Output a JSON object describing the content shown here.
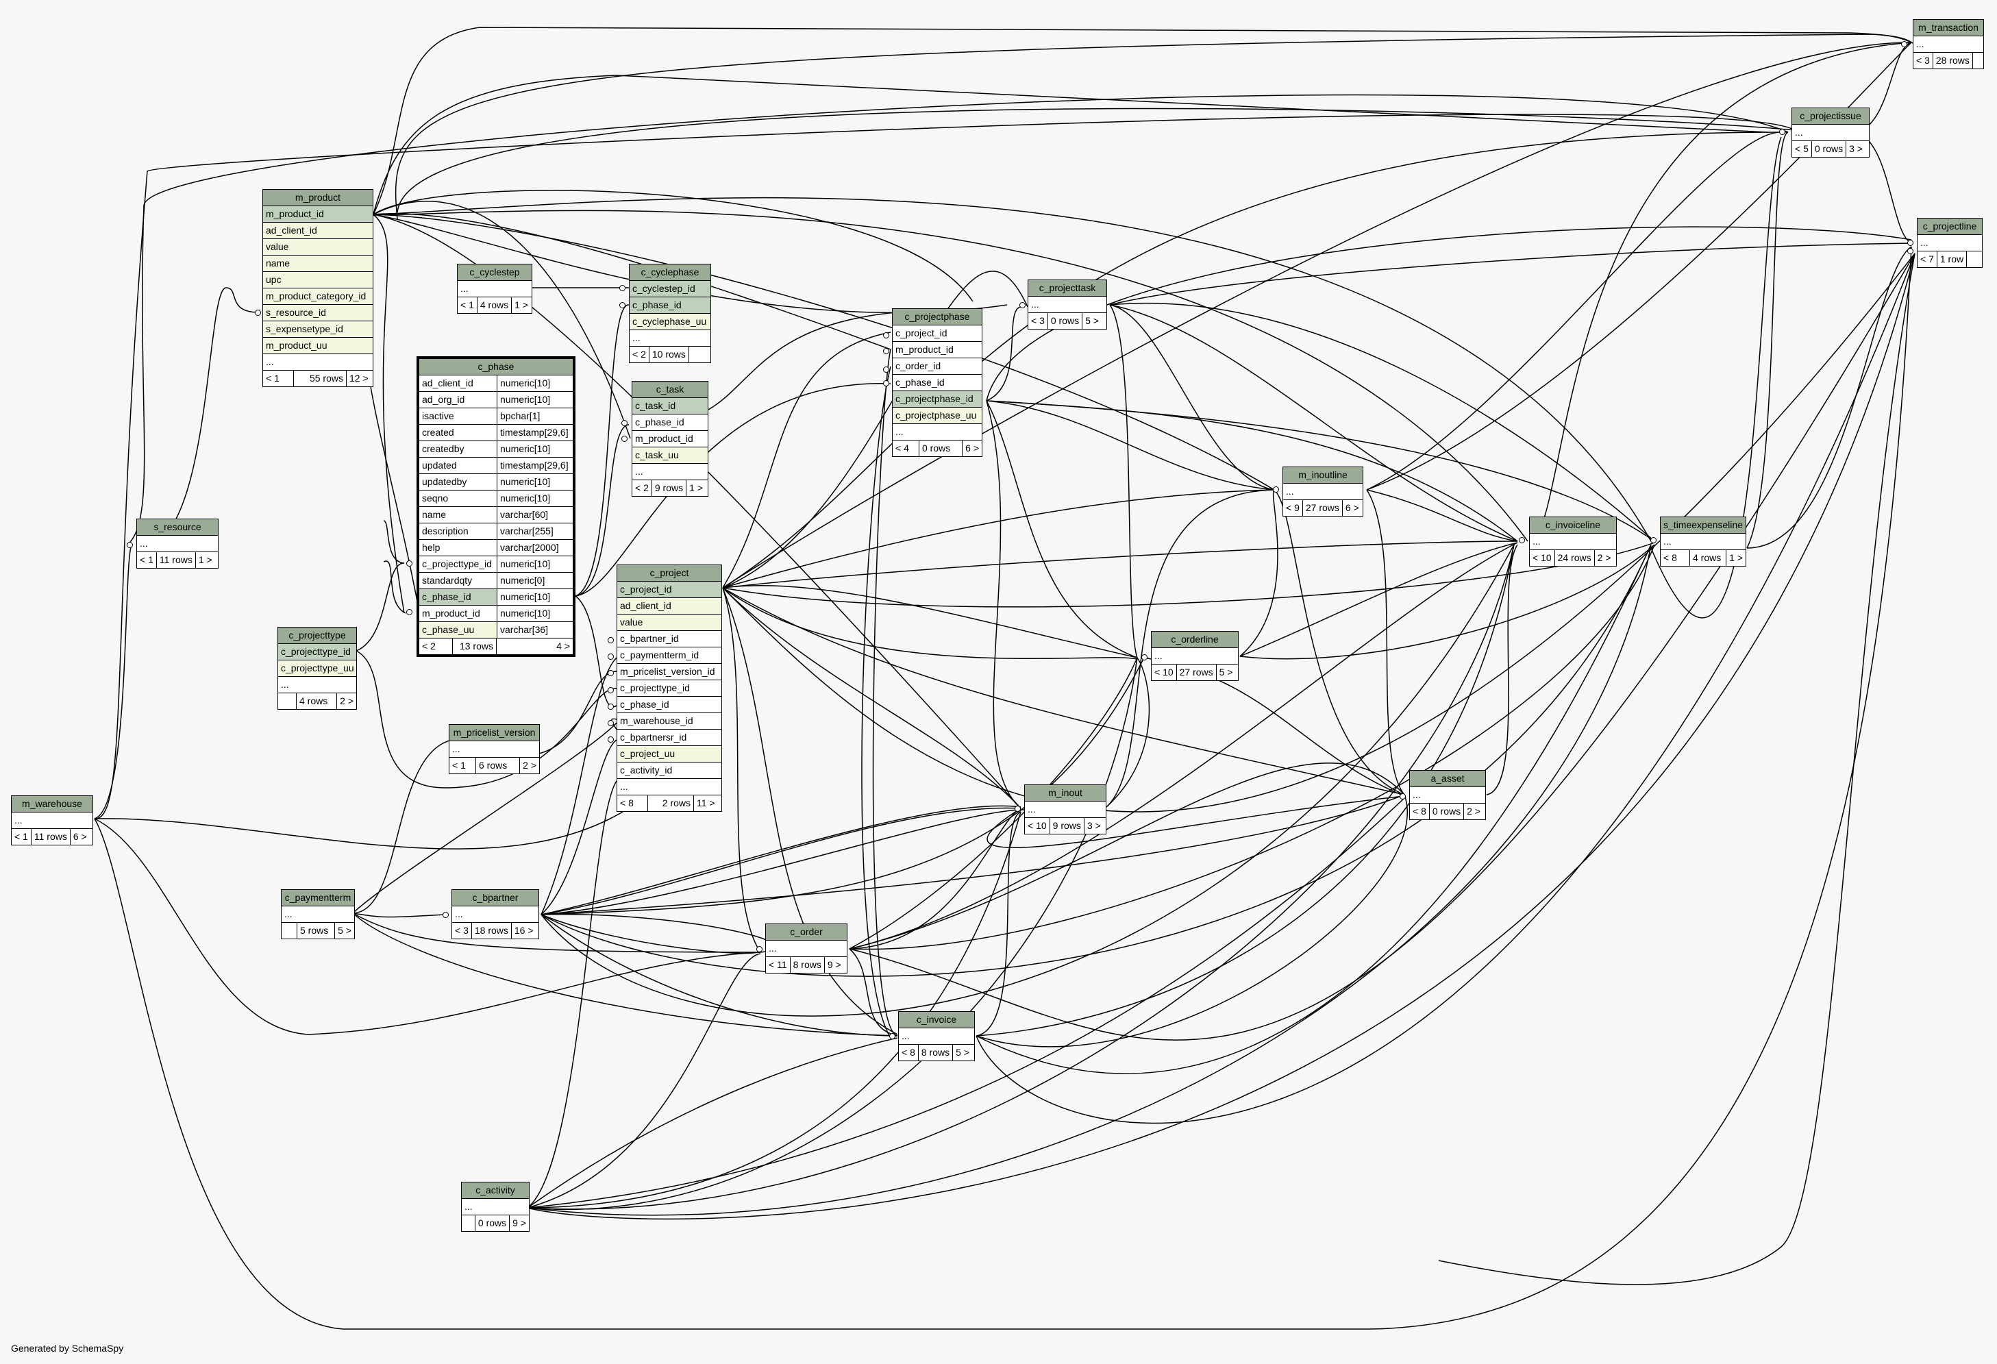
{
  "footer": "Generated by SchemaSpy",
  "tables": {
    "m_transaction": {
      "name": "m_transaction",
      "rows": [
        "..."
      ],
      "foot": [
        "< 3",
        "28 rows",
        ""
      ]
    },
    "c_projectissue": {
      "name": "c_projectissue",
      "rows": [
        "..."
      ],
      "foot": [
        "< 5",
        "0 rows",
        "3 >"
      ]
    },
    "c_projectline": {
      "name": "c_projectline",
      "rows": [
        "..."
      ],
      "foot": [
        "< 7",
        "1 row",
        ""
      ]
    },
    "m_product": {
      "name": "m_product",
      "rows": [
        "m_product_id",
        "ad_client_id",
        "value",
        "name",
        "upc",
        "m_product_category_id",
        "s_resource_id",
        "s_expensetype_id",
        "m_product_uu",
        "..."
      ],
      "foot": [
        "< 1",
        "55 rows",
        "12 >"
      ]
    },
    "c_cyclestep": {
      "name": "c_cyclestep",
      "rows": [
        "..."
      ],
      "foot": [
        "< 1",
        "4 rows",
        "1 >"
      ]
    },
    "c_cyclephase": {
      "name": "c_cyclephase",
      "rows": [
        "c_cyclestep_id",
        "c_phase_id",
        "c_cyclephase_uu",
        "..."
      ],
      "foot": [
        "< 2",
        "10 rows",
        ""
      ]
    },
    "c_projecttask": {
      "name": "c_projecttask",
      "rows": [
        "..."
      ],
      "foot": [
        "< 3",
        "0 rows",
        "5 >"
      ]
    },
    "c_projectphase": {
      "name": "c_projectphase",
      "rows": [
        "c_project_id",
        "m_product_id",
        "c_order_id",
        "c_phase_id",
        "c_projectphase_id",
        "c_projectphase_uu",
        "..."
      ],
      "foot": [
        "< 4",
        "0 rows",
        "6 >"
      ]
    },
    "c_task": {
      "name": "c_task",
      "rows": [
        "c_task_id",
        "c_phase_id",
        "m_product_id",
        "c_task_uu",
        "..."
      ],
      "foot": [
        "< 2",
        "9 rows",
        "1 >"
      ]
    },
    "c_phase": {
      "name": "c_phase",
      "cols": [
        [
          "ad_client_id",
          "numeric[10]"
        ],
        [
          "ad_org_id",
          "numeric[10]"
        ],
        [
          "isactive",
          "bpchar[1]"
        ],
        [
          "created",
          "timestamp[29,6]"
        ],
        [
          "createdby",
          "numeric[10]"
        ],
        [
          "updated",
          "timestamp[29,6]"
        ],
        [
          "updatedby",
          "numeric[10]"
        ],
        [
          "seqno",
          "numeric[10]"
        ],
        [
          "name",
          "varchar[60]"
        ],
        [
          "description",
          "varchar[255]"
        ],
        [
          "help",
          "varchar[2000]"
        ],
        [
          "c_projecttype_id",
          "numeric[10]"
        ],
        [
          "standardqty",
          "numeric[0]"
        ],
        [
          "c_phase_id",
          "numeric[10]"
        ],
        [
          "m_product_id",
          "numeric[10]"
        ],
        [
          "c_phase_uu",
          "varchar[36]"
        ]
      ],
      "foot": [
        "< 2",
        "13 rows",
        "4 >"
      ]
    },
    "m_inoutline": {
      "name": "m_inoutline",
      "rows": [
        "..."
      ],
      "foot": [
        "< 9",
        "27 rows",
        "6 >"
      ]
    },
    "c_invoiceline": {
      "name": "c_invoiceline",
      "rows": [
        "..."
      ],
      "foot": [
        "< 10",
        "24 rows",
        "2 >"
      ]
    },
    "s_timeexpenseline": {
      "name": "s_timeexpenseline",
      "rows": [
        "..."
      ],
      "foot": [
        "< 8",
        "4 rows",
        "1 >"
      ]
    },
    "s_resource": {
      "name": "s_resource",
      "rows": [
        "..."
      ],
      "foot": [
        "< 1",
        "11 rows",
        "1 >"
      ]
    },
    "c_project": {
      "name": "c_project",
      "rows": [
        "c_project_id",
        "ad_client_id",
        "value",
        "c_bpartner_id",
        "c_paymentterm_id",
        "m_pricelist_version_id",
        "c_projecttype_id",
        "c_phase_id",
        "m_warehouse_id",
        "c_bpartnersr_id",
        "c_project_uu",
        "c_activity_id",
        "..."
      ],
      "foot": [
        "< 8",
        "2 rows",
        "11 >"
      ]
    },
    "c_orderline": {
      "name": "c_orderline",
      "rows": [
        "..."
      ],
      "foot": [
        "< 10",
        "27 rows",
        "5 >"
      ]
    },
    "c_projecttype": {
      "name": "c_projecttype",
      "rows": [
        "c_projecttype_id",
        "c_projecttype_uu",
        "..."
      ],
      "foot": [
        "",
        "4 rows",
        "2 >"
      ]
    },
    "m_pricelist_version": {
      "name": "m_pricelist_version",
      "rows": [
        "..."
      ],
      "foot": [
        "< 1",
        "6 rows",
        "2 >"
      ]
    },
    "a_asset": {
      "name": "a_asset",
      "rows": [
        "..."
      ],
      "foot": [
        "< 8",
        "0 rows",
        "2 >"
      ]
    },
    "m_inout": {
      "name": "m_inout",
      "rows": [
        "..."
      ],
      "foot": [
        "< 10",
        "9 rows",
        "3 >"
      ]
    },
    "m_warehouse": {
      "name": "m_warehouse",
      "rows": [
        "..."
      ],
      "foot": [
        "< 1",
        "11 rows",
        "6 >"
      ]
    },
    "c_paymentterm": {
      "name": "c_paymentterm",
      "rows": [
        "..."
      ],
      "foot": [
        "",
        "5 rows",
        "5 >"
      ]
    },
    "c_bpartner": {
      "name": "c_bpartner",
      "rows": [
        "..."
      ],
      "foot": [
        "< 3",
        "18 rows",
        "16 >"
      ]
    },
    "c_order": {
      "name": "c_order",
      "rows": [
        "..."
      ],
      "foot": [
        "< 11",
        "8 rows",
        "9 >"
      ]
    },
    "c_invoice": {
      "name": "c_invoice",
      "rows": [
        "..."
      ],
      "foot": [
        "< 8",
        "8 rows",
        "5 >"
      ]
    },
    "c_activity": {
      "name": "c_activity",
      "rows": [
        "..."
      ],
      "foot": [
        "",
        "0 rows",
        "9 >"
      ]
    }
  }
}
